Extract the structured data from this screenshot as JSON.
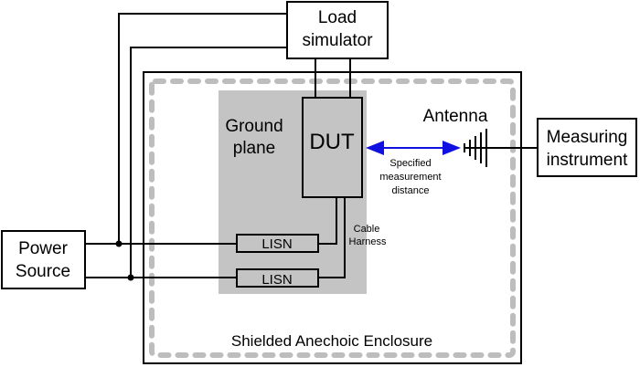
{
  "diagram": {
    "title": "EMC radiated emissions test setup",
    "blocks": {
      "load_simulator": [
        "Load",
        "simulator"
      ],
      "dut": "DUT",
      "ground_plane": [
        "Ground",
        "plane"
      ],
      "antenna": "Antenna",
      "measuring_instrument": [
        "Measuring",
        "instrument"
      ],
      "power_source": [
        "Power",
        "Source"
      ],
      "lisn_top": "LISN",
      "lisn_bottom": "LISN",
      "enclosure": "Shielded Anechoic Enclosure"
    },
    "annotations": {
      "distance": [
        "Specified",
        "measurement",
        "distance"
      ],
      "cable_harness": [
        "Cable",
        "Harness"
      ]
    },
    "colors": {
      "line": "#000000",
      "ground_plane_fill": "#c4c4c4",
      "dashed_border": "#bdbdbd",
      "distance_arrow": "#1010e0"
    }
  }
}
